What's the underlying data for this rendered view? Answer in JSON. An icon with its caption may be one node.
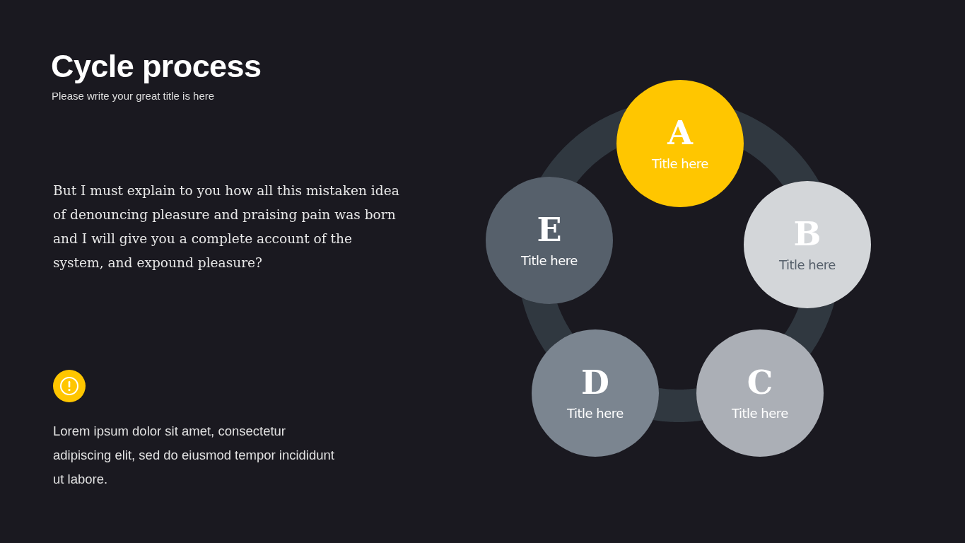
{
  "diagram": {
    "title": "Cycle process",
    "nodes": [
      {
        "text": [
          "A",
          "Title here"
        ]
      },
      {
        "text": [
          "B",
          "Title here"
        ]
      },
      {
        "text": [
          "C",
          "Title here"
        ]
      },
      {
        "text": [
          "D",
          "Title here"
        ]
      },
      {
        "text": [
          "E",
          "Title here"
        ]
      }
    ],
    "edges": [
      {
        "from": 0,
        "to": 1,
        "arrow": "none"
      },
      {
        "from": 1,
        "to": 2,
        "arrow": "none"
      },
      {
        "from": 2,
        "to": 3,
        "arrow": "none"
      },
      {
        "from": 3,
        "to": 4,
        "arrow": "none"
      },
      {
        "from": 4,
        "to": 0,
        "arrow": "none"
      }
    ],
    "labels": [
      "Please write your great title is here",
      "But I must explain to you how all this mistaken idea of denouncing pleasure and praising pain was born and I will give you a complete account of the system, and expound pleasure?",
      "Lorem ipsum dolor sit amet, consectetur adipiscing elit, sed do eiusmod tempor incididunt ut labore."
    ]
  }
}
